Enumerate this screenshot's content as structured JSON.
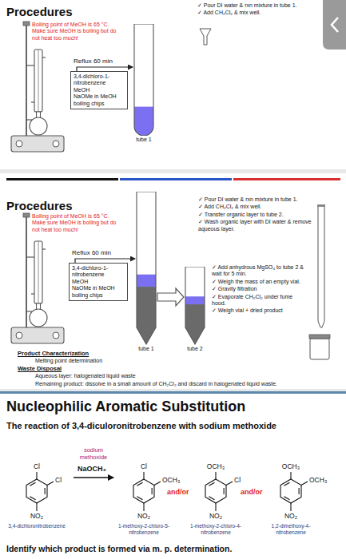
{
  "diagram": {
    "nodes": [
      {
        "text": [
          "3,4-dichloro-1-nitrobenzene",
          "MeOH",
          "NaOMe in MeOH",
          "boiling chips"
        ]
      },
      {
        "text": [
          "tube 1"
        ]
      },
      {
        "text": [
          "3,4-dichloro-1-nitrobenzene",
          "MeOH",
          "NaOMe in MeOH",
          "boiling chips"
        ]
      },
      {
        "text": [
          "tube 1"
        ]
      },
      {
        "text": [
          "tube 2"
        ]
      }
    ],
    "edges": [
      {
        "from": 0,
        "to": 1,
        "label": "Reflux 60 min",
        "arrow": "to"
      },
      {
        "from": 2,
        "to": 3,
        "label": "Reflux 60 min",
        "arrow": "to"
      },
      {
        "from": 3,
        "to": 4,
        "arrow": "to"
      }
    ],
    "labels": [
      "Procedures",
      "Boiling point of MeOH is 65 °C. Make sure MeOH is boiling but do not heat too much!",
      "✓ Pour DI water & rxn mixture in tube 1.",
      "✓ Add CH₂Cl₂ & mix well.",
      "Procedures",
      "Boiling point of MeOH is 65 °C. Make sure MeOH is boiling but do not heat too much!",
      "✓ Pour DI water & rxn mixture in tube 1.",
      "✓ Add CH₂Cl₂ & mix well.",
      "✓ Transfer organic layer to tube 2.",
      "✓ Wash organic layer with DI water & remove aqueous layer.",
      "✓ Add anhydrous MgSO₄ to tube 2 & wait for 5 min.",
      "✓ Weigh the mass of an empty vial.",
      "✓ Gravity filtration",
      "✓ Evaporate CH₂Cl₂ under fume hood.",
      "✓ Weigh vial + dried product",
      "Product Characterization",
      "Melting point determination",
      "Waste Disposal",
      "Aqueous layer: halogenated liquid waste",
      "Remaining product: dissolve in a small amount of CH₂Cl₂ and discard in halogenated liquid waste.",
      "Nucleophilic Aromatic Substitution",
      "The reaction of 3,4-diculoronitrobenzene with sodium methoxide",
      "sodium methoxide",
      "NaOCH₃",
      "Cl",
      "Cl",
      "NO₂",
      "Cl",
      "OCH₃",
      "NO₂",
      "OCH₃",
      "Cl",
      "NO₂",
      "OCH₃",
      "OCH₃",
      "NO₂",
      "and/or",
      "and/or",
      "3,4-dichloronitrobenzene",
      "1-methoxy-2-chloro-5-nitrobenzene",
      "1-methoxy-2-chloro-4-nitrobenzene",
      "1,2-dimethoxy-4-nitrobenzene",
      "Identify which product is formed via m. p. determination."
    ]
  }
}
